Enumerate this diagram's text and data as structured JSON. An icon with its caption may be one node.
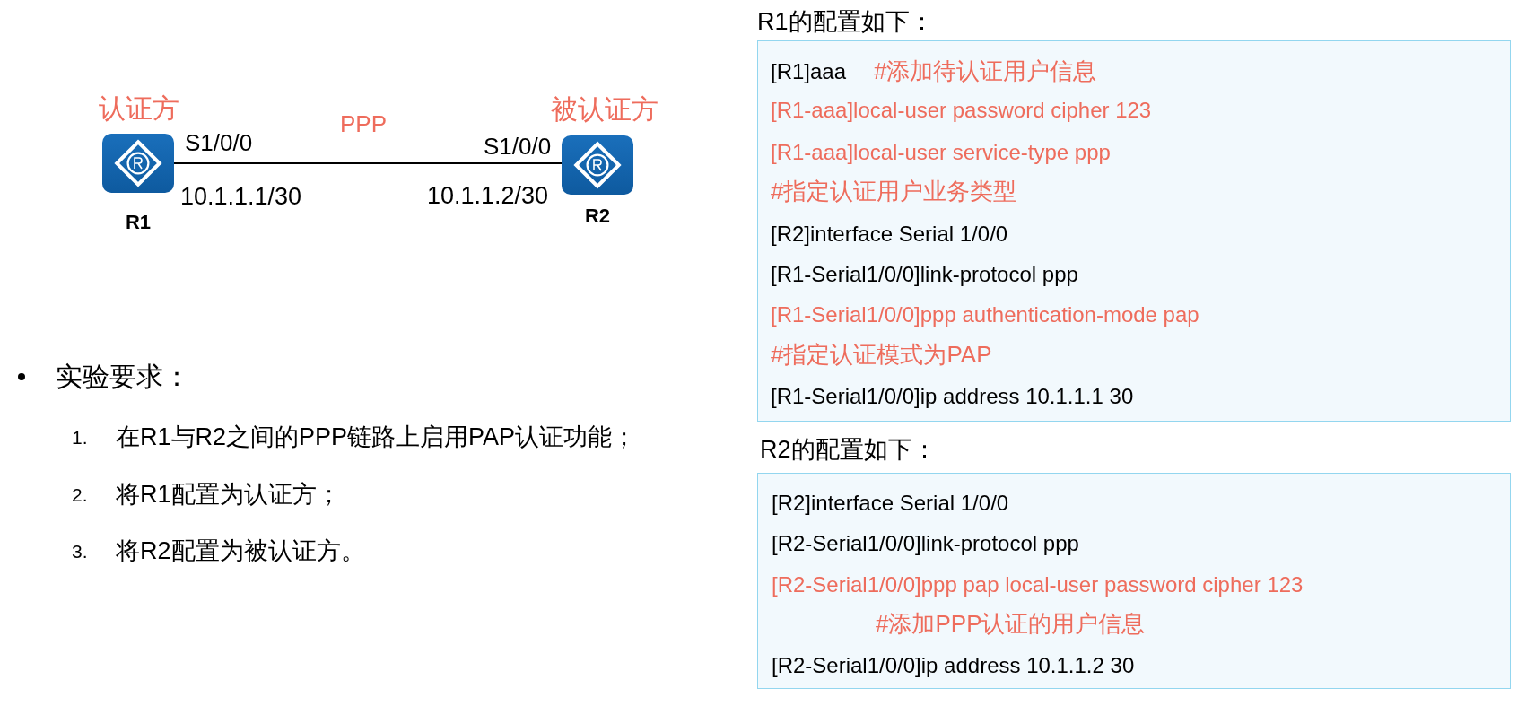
{
  "diagram": {
    "nodes": [
      {
        "text": [
          "R1"
        ],
        "beside": [
          "认证方",
          "S1/0/0",
          "10.1.1.1/30"
        ]
      },
      {
        "text": [
          "R2"
        ],
        "beside": [
          "被认证方",
          "S1/0/0",
          "10.1.1.2/30"
        ]
      },
      {
        "text": [
          "R1的配置如下：",
          "[R1]aaa",
          "#添加待认证用户信息",
          "[R1-aaa]local-user password cipher 123",
          "[R1-aaa]local-user service-type ppp",
          "#指定认证用户业务类型",
          "[R2]interface Serial 1/0/0",
          "[R1-Serial1/0/0]link-protocol ppp",
          "[R1-Serial1/0/0]ppp authentication-mode pap",
          "#指定认证模式为PAP",
          "[R1-Serial1/0/0]ip address 10.1.1.1 30"
        ]
      },
      {
        "text": [
          "R2的配置如下：",
          "[R2]interface Serial 1/0/0",
          "[R2-Serial1/0/0]link-protocol ppp",
          "[R2-Serial1/0/0]ppp pap local-user password cipher 123",
          "#添加PPP认证的用户信息",
          "[R2-Serial1/0/0]ip address 10.1.1.2 30"
        ]
      }
    ],
    "edges": [
      {
        "from": 0,
        "to": 1,
        "arrow": "none",
        "label": "PPP"
      }
    ],
    "labels": [
      "实验要求：",
      "1.",
      "在R1与R2之间的PPP链路上启用PAP认证功能；",
      "2.",
      "将R1配置为认证方；",
      "3.",
      "将R2配置为被认证方。"
    ]
  }
}
